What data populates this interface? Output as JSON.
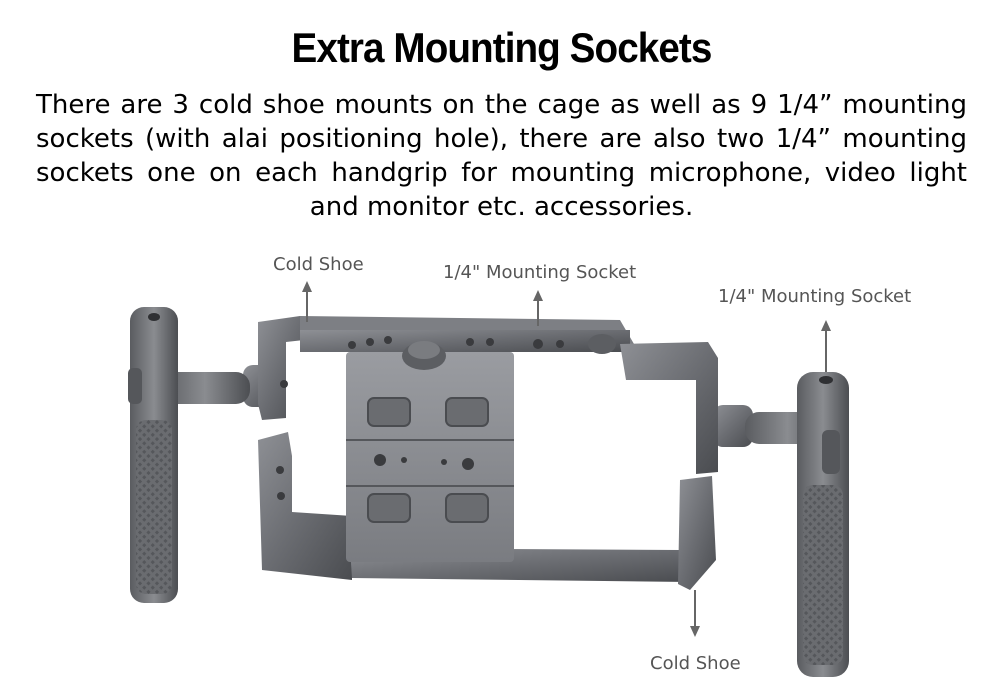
{
  "title": "Extra Mounting Sockets",
  "description": "There are 3 cold shoe mounts on the cage as well as 9 1/4” mounting sockets (with alai positioning hole), there are also two 1/4” mounting sockets one on each handgrip for mounting microphone, video light and monitor etc. accessories.",
  "callouts": {
    "cold_shoe_top": "Cold Shoe",
    "mounting_socket_top": "1/4\" Mounting Socket",
    "mounting_socket_right": "1/4\" Mounting Socket",
    "cold_shoe_bottom": "Cold Shoe"
  },
  "colors": {
    "metal_dark": "#4a4c50",
    "metal_mid": "#6b6d72",
    "metal_light": "#9a9ca1",
    "arrow": "#666666"
  }
}
